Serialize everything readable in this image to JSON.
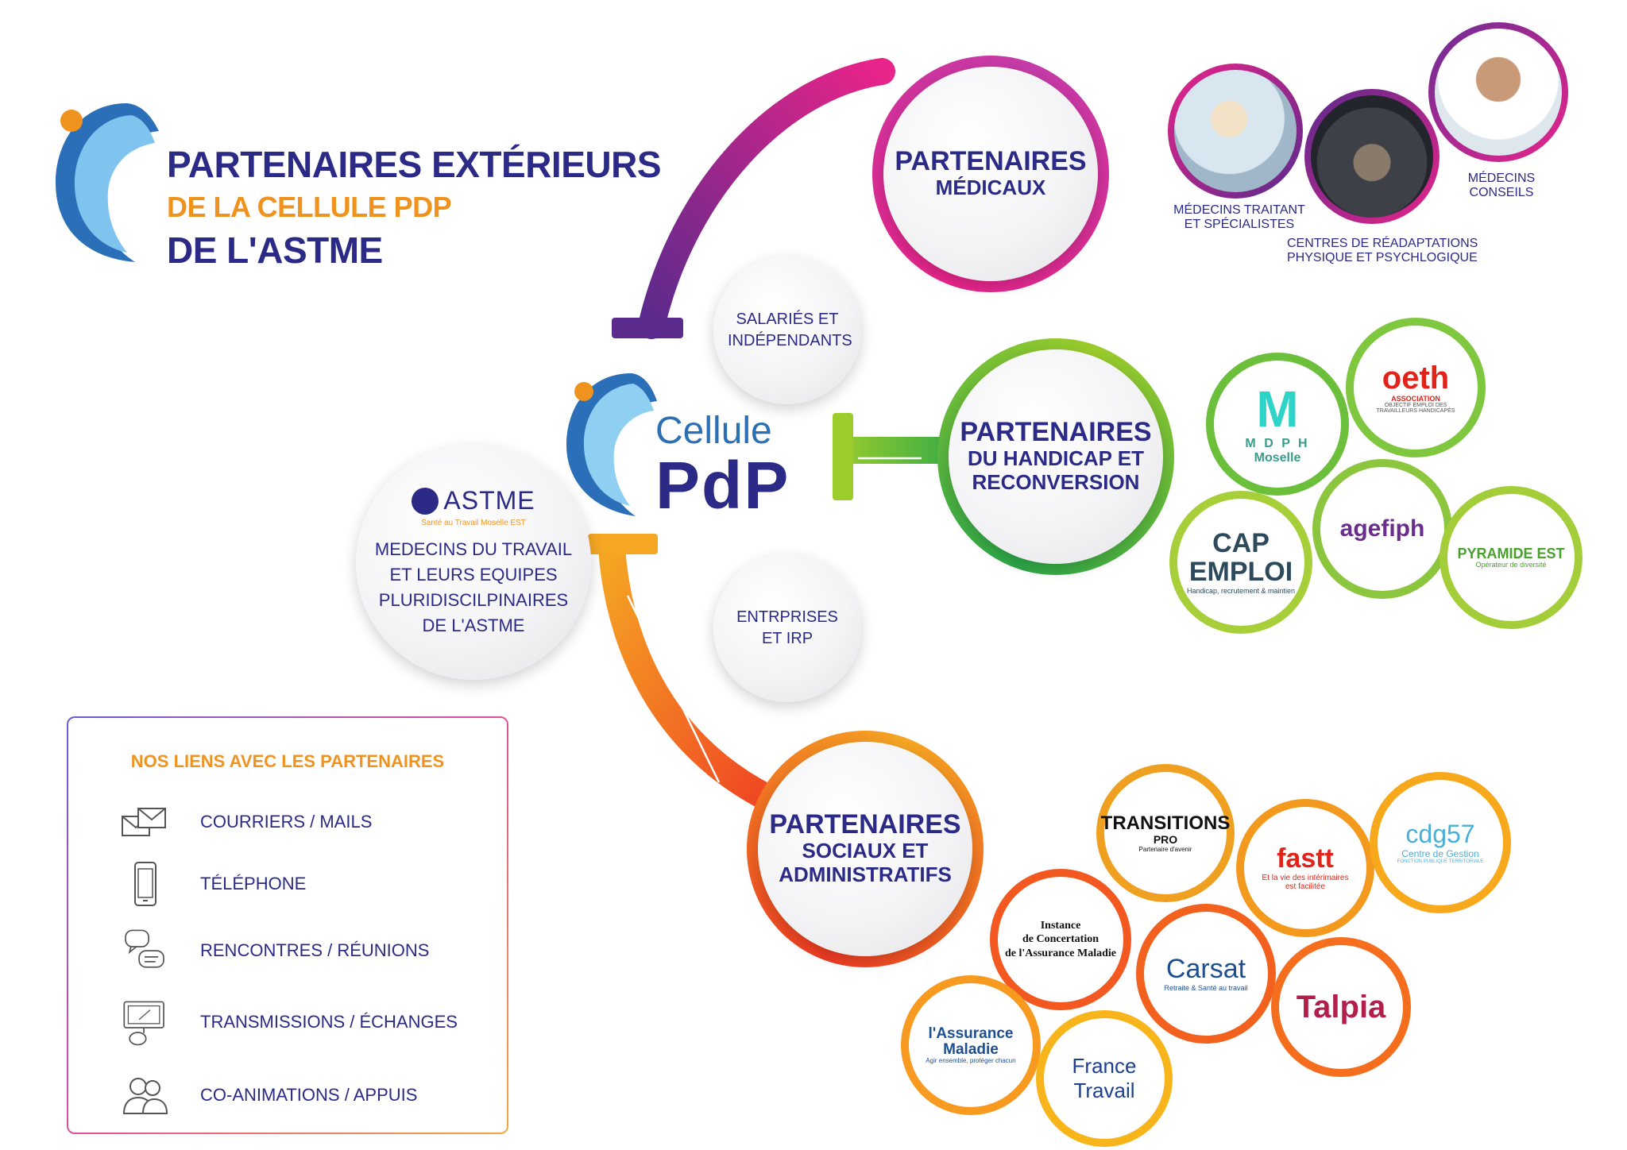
{
  "title": {
    "line1": "PARTENAIRES EXTÉRIEURS",
    "line2": "DE LA CELLULE PDP",
    "line3": "DE L'ASTME"
  },
  "center": {
    "word1": "Cellule",
    "word2": "PdP"
  },
  "nodes": {
    "salaries": "SALARIÉS ET INDÉPENDANTS",
    "entreprises": "ENTRPRISES ET IRP",
    "astme_logo": "ASTME",
    "astme_logo_tagline": "Santé au Travail Moselle EST",
    "astme_text": [
      "MEDECINS DU TRAVAIL",
      "ET LEURS EQUIPES",
      "PLURIDISCILPINAIRES",
      "DE L'ASTME"
    ]
  },
  "hubs": {
    "medical": {
      "title": "PARTENAIRES",
      "sub": "MÉDICAUX",
      "color": "#e8248a"
    },
    "handicap": {
      "title": "PARTENAIRES",
      "sub1": "DU HANDICAP ET",
      "sub2": "RECONVERSION",
      "color": "#5aae2e"
    },
    "social": {
      "title": "PARTENAIRES",
      "sub1": "SOCIAUX ET",
      "sub2": "ADMINISTRATIFS",
      "color": "#f37021"
    }
  },
  "medical_photos": [
    {
      "caption": [
        "MÉDECINS TRAITANT",
        "ET SPÉCIALISTES"
      ]
    },
    {
      "caption": [
        "CENTRES DE RÉADAPTATIONS",
        "PHYSIQUE ET PSYCHLOGIQUE"
      ]
    },
    {
      "caption": [
        "MÉDECINS",
        "CONSEILS"
      ]
    }
  ],
  "handicap_logos": {
    "mdph": {
      "big": "M",
      "line1": "M D P H",
      "line2": "Moselle"
    },
    "oeth": {
      "big": "oeth",
      "line1": "ASSOCIATION",
      "line2": "OBJECTIF EMPLOI DES",
      "line3": "TRAVAILLEURS HANDICAPÉS"
    },
    "cap": {
      "line1": "CAP",
      "line2": "EMPLOI",
      "line3": "Handicap, recrutement & maintien"
    },
    "agefiph": {
      "text": "agefiph"
    },
    "pyramide": {
      "line1": "PYRAMIDE EST",
      "line2": "Opérateur de diversité"
    }
  },
  "social_logos": {
    "transitions": {
      "line1": "TRANSITIONS",
      "line2": "PRO",
      "line3": "Partenaire d'avenir"
    },
    "fastt": {
      "line1": "fastt",
      "line2": "Et la vie des intérimaires",
      "line3": "est facilitée"
    },
    "cdg": {
      "line1": "cdg57",
      "line2": "Centre de Gestion",
      "line3": "FONCTION PUBLIQUE TERRITORIALE"
    },
    "instance": {
      "line1": "Instance",
      "line2": "de Concertation",
      "line3": "de l'Assurance Maladie"
    },
    "carsat": {
      "line1": "Carsat",
      "line2": "Retraite & Santé au travail"
    },
    "talpia": {
      "line1": "Talpia"
    },
    "ameli": {
      "line1": "l'Assurance",
      "line2": "Maladie",
      "line3": "Agir ensemble, protéger chacun"
    },
    "france_travail": {
      "line1": "France",
      "line2": "Travail"
    }
  },
  "legend": {
    "title": "NOS LIENS AVEC LES PARTENAIRES",
    "items": [
      {
        "icon": "envelopes-icon",
        "label": "COURRIERS / MAILS"
      },
      {
        "icon": "phone-icon",
        "label": "TÉLÉPHONE"
      },
      {
        "icon": "speech-bubbles-icon",
        "label": "RENCONTRES / RÉUNIONS"
      },
      {
        "icon": "monitor-icon",
        "label": "TRANSMISSIONS / ÉCHANGES"
      },
      {
        "icon": "people-icon",
        "label": "CO-ANIMATIONS / APPUIS"
      }
    ]
  },
  "colors": {
    "navy": "#2b2a86",
    "orange": "#f0931e",
    "pink": "#e8248a",
    "purple": "#6a2e96",
    "green": "#5aae2e",
    "red_orange": "#f37021"
  }
}
